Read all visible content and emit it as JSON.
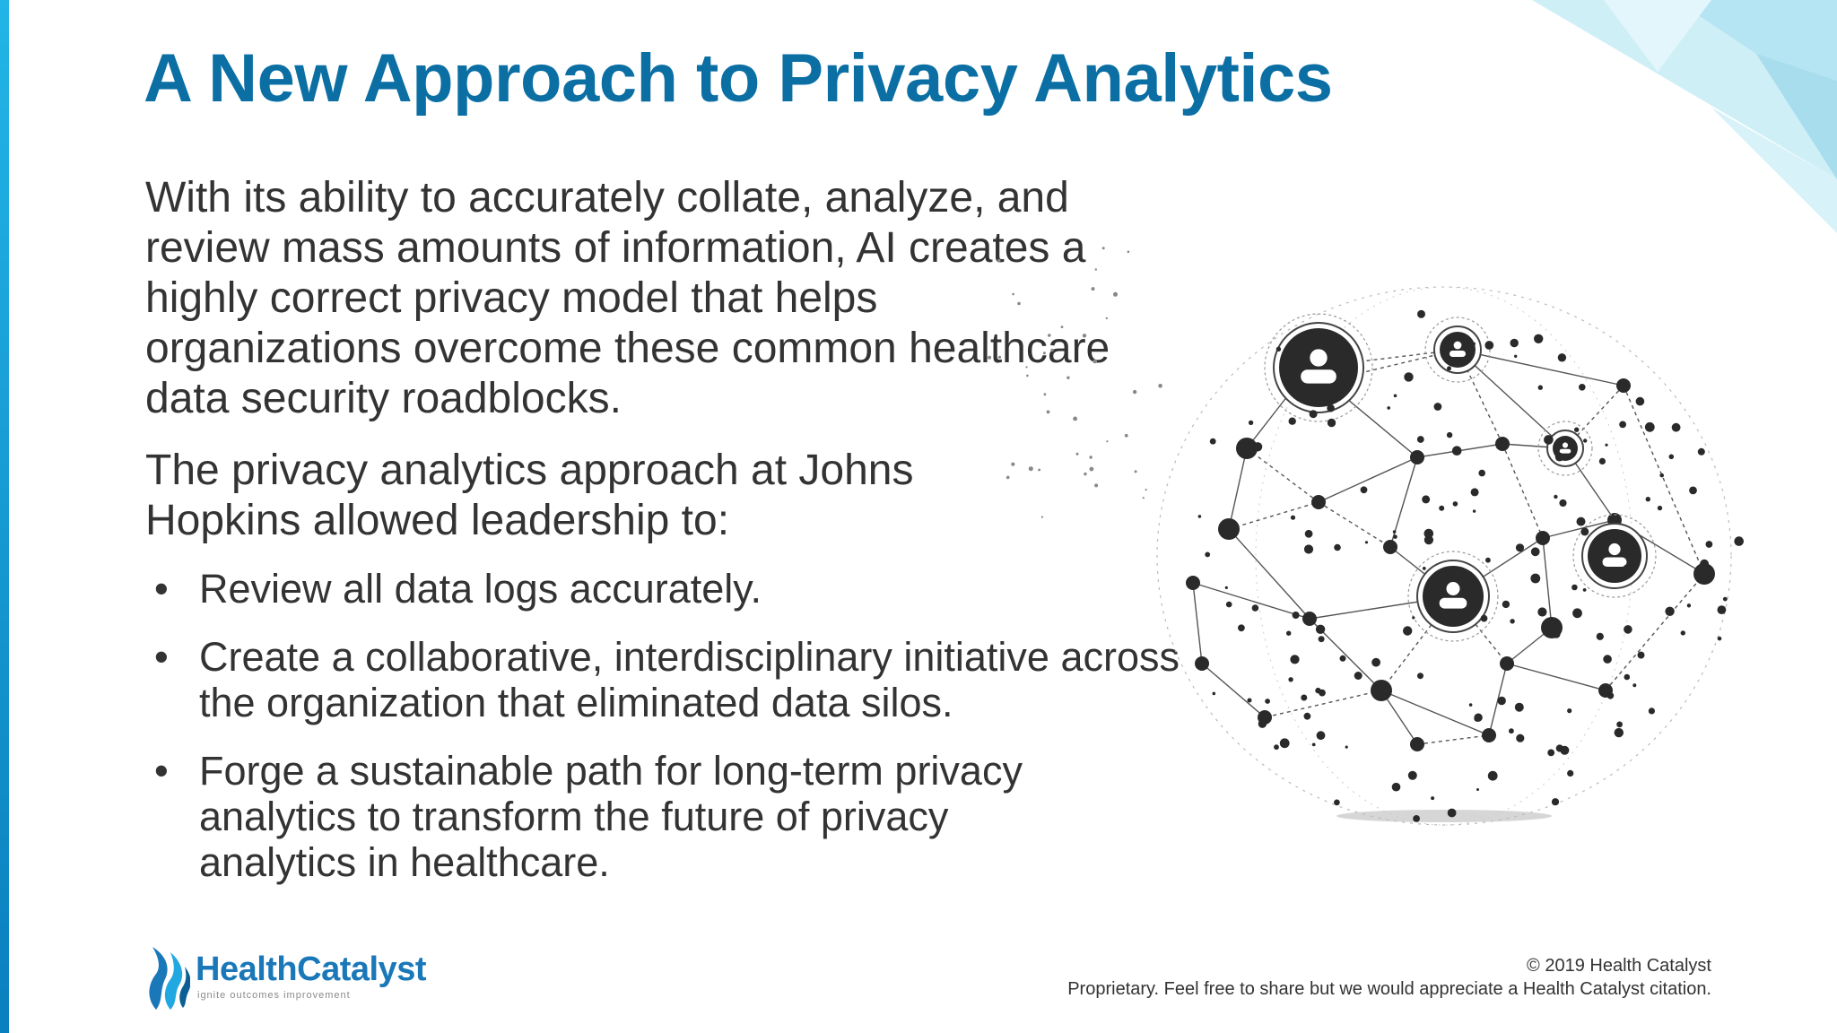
{
  "slide": {
    "title": "A New Approach to Privacy Analytics",
    "paragraphs": [
      "With its ability to accurately collate, analyze, and review mass amounts of information, AI creates a highly correct privacy model that helps organizations overcome these common healthcare data security roadblocks.",
      "The privacy analytics approach at Johns Hopkins allowed leadership to:"
    ],
    "bullet_symbol": "•",
    "bullets": [
      "Review all data logs accurately.",
      "Create a collaborative, interdisciplinary initiative across the organization that eliminated data silos.",
      "Forge a sustainable path for long-term privacy analytics to transform the future of privacy analytics in healthcare."
    ]
  },
  "illustration": {
    "icon": "network-globe-icon"
  },
  "logo": {
    "icon": "flame-logo-icon",
    "name": "HealthCatalyst",
    "tagline": "ignite outcomes improvement"
  },
  "footer": {
    "copyright": "© 2019 Health Catalyst",
    "notice": "Proprietary. Feel free to share but we would appreciate a Health Catalyst citation."
  },
  "colors": {
    "title": "#0b6fa4",
    "text": "#333333",
    "accent_bar": "#1a9bd7",
    "logo": "#1a78b8"
  }
}
